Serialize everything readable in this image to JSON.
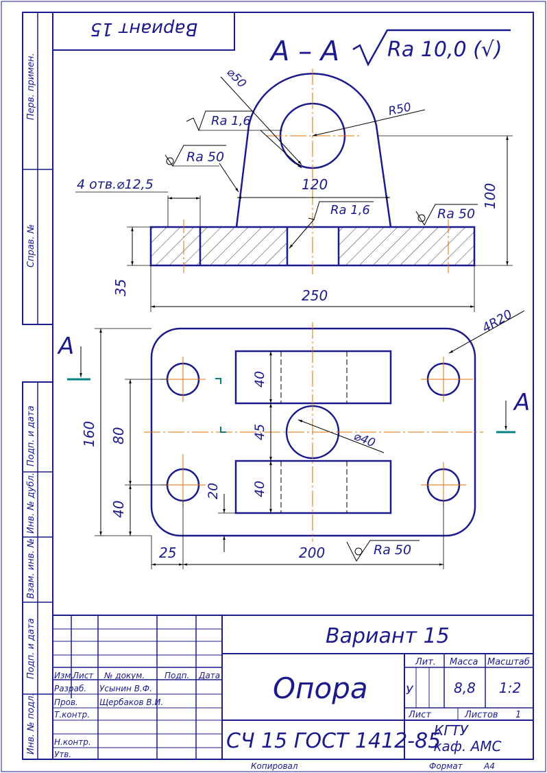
{
  "sheet": {
    "variant_stamp": "Вариант 15",
    "section_title": "А – А",
    "general_roughness": "Ra 10,0 (√)",
    "copied_label": "Копировал",
    "format_label": "Формат",
    "format_value": "А4"
  },
  "side_columns": [
    "Перв. примен.",
    "Справ. №",
    "Подп. и дата",
    "Инв. № дубл.",
    "Взам. инв. №",
    "Подп. и дата",
    "Инв. № подл."
  ],
  "section_view": {
    "dims": {
      "diam_hole": "⌀50",
      "radius": "R50",
      "width_boss": "120",
      "height_total": "100",
      "base_height": "35",
      "base_length": "250",
      "holes": "4 отв.⌀12,5"
    },
    "roughness": {
      "boss_side": "Ra 1,6",
      "base_top_left": "Ra 50",
      "hole": "Ra 1,6",
      "base_top_right": "Ra 50"
    }
  },
  "plan_view": {
    "section_mark": "А",
    "dims": {
      "corner_radius": "4R20",
      "slot_height_top": "40",
      "slot_gap": "45",
      "slot_height_bottom": "40",
      "center_hole": "⌀40",
      "overall_height": "160",
      "hole_spacing_v": "80",
      "hole_offset_v": "40",
      "slot_offset": "20",
      "hole_offset_h": "25",
      "hole_spacing_h": "200"
    },
    "roughness_bottom": "Ra 50"
  },
  "title_block": {
    "variant": "Вариант 15",
    "name": "Опора",
    "material": "СЧ 15 ГОСТ 1412-85",
    "org_line1": "КГТУ",
    "org_line2": "каф. АМС",
    "col_headers": {
      "izm": "Изм.",
      "list": "Лист",
      "doc": "№ докум.",
      "sign": "Подп.",
      "date": "Дата"
    },
    "roles": [
      {
        "role": "Разраб.",
        "name": "Усынин В.Ф."
      },
      {
        "role": "Пров.",
        "name": "Щербаков В.И."
      },
      {
        "role": "Т.контр.",
        "name": ""
      },
      {
        "role": "Н.контр.",
        "name": ""
      },
      {
        "role": "Утв.",
        "name": ""
      }
    ],
    "lit_label": "Лит.",
    "mass_label": "Масса",
    "scale_label": "Масштаб",
    "lit_value": "У",
    "mass_value": "8,8",
    "scale_value": "1:2",
    "sheet_label": "Лист",
    "sheets_label": "Листов",
    "sheets_value": "1"
  }
}
